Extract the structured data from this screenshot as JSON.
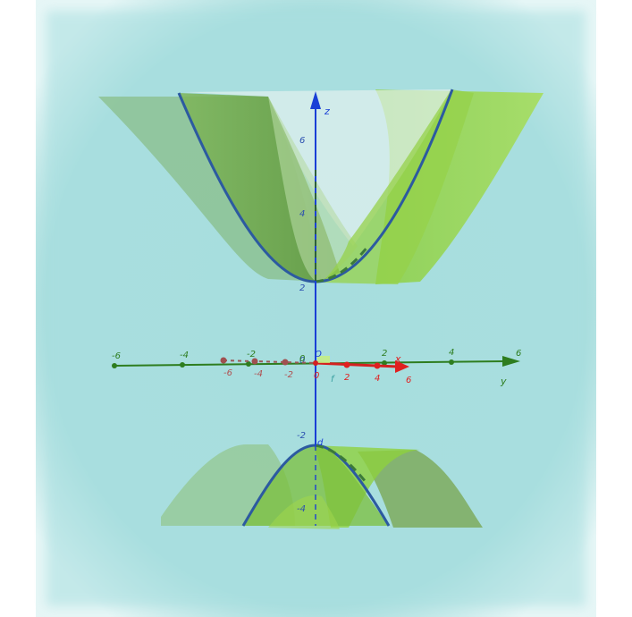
{
  "axes": {
    "x": {
      "name": "x",
      "ticks": [
        "-6",
        "-4",
        "-2",
        "0",
        "2",
        "4",
        "6"
      ],
      "color": "#e02020"
    },
    "y": {
      "name": "y",
      "ticks": [
        "-6",
        "-4",
        "-2",
        "0",
        "2",
        "4",
        "6"
      ],
      "color": "#2e7d1f"
    },
    "z": {
      "name": "z",
      "ticks": [
        "6",
        "4",
        "2",
        "0",
        "-2",
        "-4"
      ],
      "color": "#1a3fd6"
    }
  },
  "origin_labels": {
    "o": "O",
    "f": "f",
    "d": "d"
  },
  "colors": {
    "background": "#a8dfe0",
    "surface_dark": "#5c9a3a",
    "surface_light": "#9ed64c",
    "curve": "#2c5aa0"
  }
}
